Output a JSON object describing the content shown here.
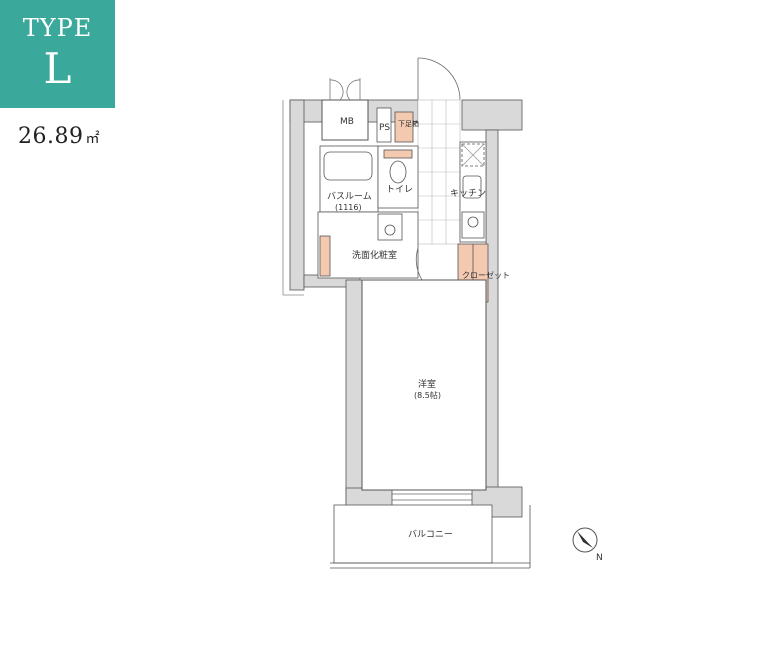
{
  "header": {
    "type_word": "TYPE",
    "type_letter": "L",
    "area_value": "26.89",
    "area_unit": "㎡"
  },
  "rooms": {
    "mb": "MB",
    "ps": "PS",
    "shoe_storage": "下足箱",
    "bathroom": "バスルーム",
    "bathroom_size": "(1116)",
    "toilet": "トイレ",
    "kitchen": "キッチン",
    "washroom": "洗面化粧室",
    "closet": "クローゼット",
    "western_room": "洋室",
    "western_room_size": "(8.5帖)",
    "balcony": "バルコニー"
  },
  "compass": {
    "label": "N"
  },
  "colors": {
    "accent": "#3aa99b",
    "wall": "#d9d9d9",
    "line": "#555555",
    "storage_fill": "#f3c9b0"
  }
}
